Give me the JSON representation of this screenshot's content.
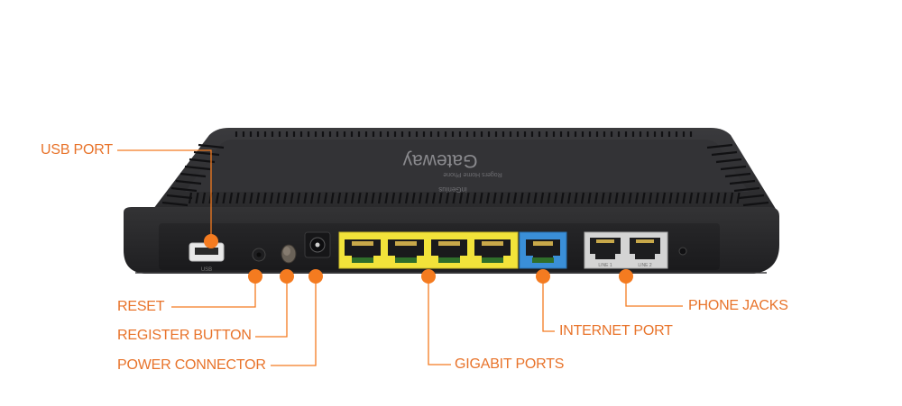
{
  "device": {
    "brand": "Gateway",
    "sub_brand": "inGenius",
    "tagline": "Rogers Home Phone",
    "usb_caption": "USB",
    "phone_caption_1": "LINE 1",
    "phone_caption_2": "LINE 2"
  },
  "colors": {
    "accent": "#f47b20",
    "label": "#e8732a",
    "body": "#2b2b2d",
    "gigabit": "#f2e33a",
    "internet": "#3a8fd8",
    "phone": "#c9c9c9"
  },
  "labels": {
    "usb_port": "USB PORT",
    "reset": "RESET",
    "register_button": "REGISTER BUTTON",
    "power_connector": "POWER CONNECTOR",
    "gigabit_ports": "GIGABIT PORTS",
    "internet_port": "INTERNET PORT",
    "phone_jacks": "PHONE JACKS"
  }
}
